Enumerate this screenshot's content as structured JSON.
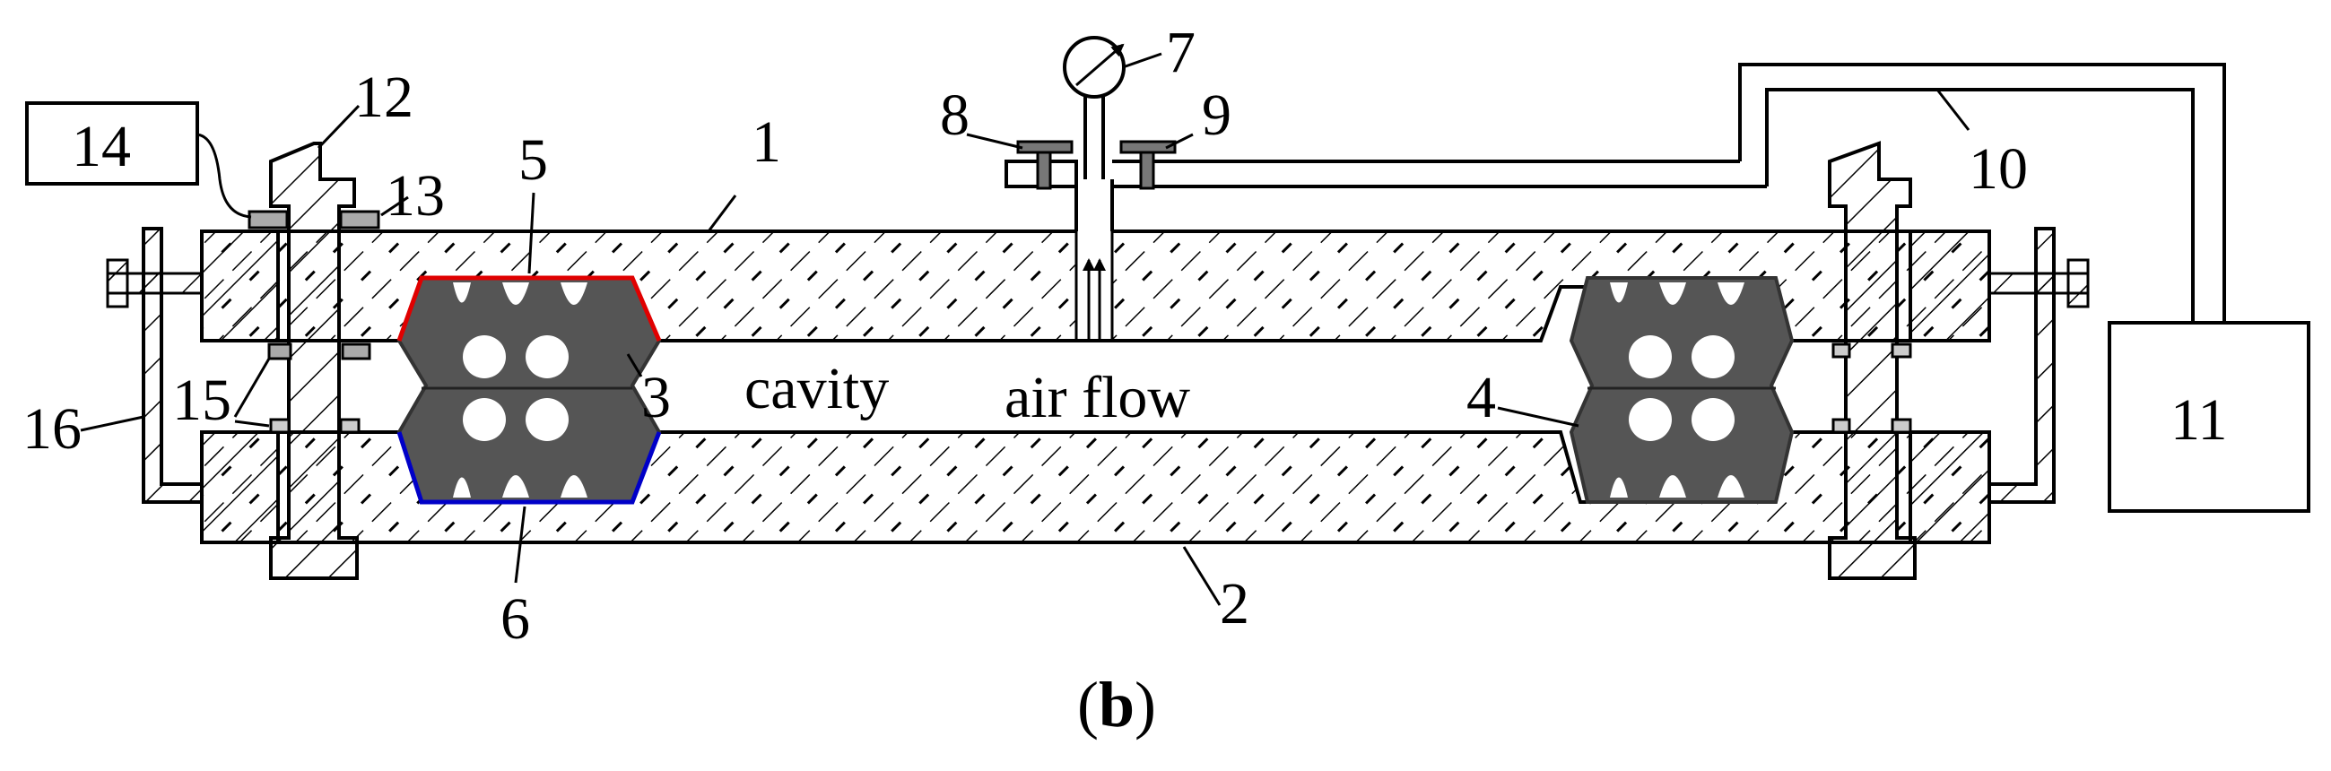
{
  "figure": {
    "caption_open": "(",
    "caption_letter": "b",
    "caption_close": ")"
  },
  "labels": {
    "l1": "1",
    "l2": "2",
    "l3": "3",
    "l4": "4",
    "l5": "5",
    "l6": "6",
    "l7": "7",
    "l8": "8",
    "l9": "9",
    "l10": "10",
    "l11": "11",
    "l12": "12",
    "l13": "13",
    "l14": "14",
    "l15": "15",
    "l16": "16"
  },
  "text": {
    "cavity": "cavity",
    "air_flow": "air flow"
  },
  "colors": {
    "upper_seal_edge": "#e00000",
    "lower_seal_edge": "#0000c8",
    "seal_fill": "#555555",
    "hatch": "#000000"
  }
}
